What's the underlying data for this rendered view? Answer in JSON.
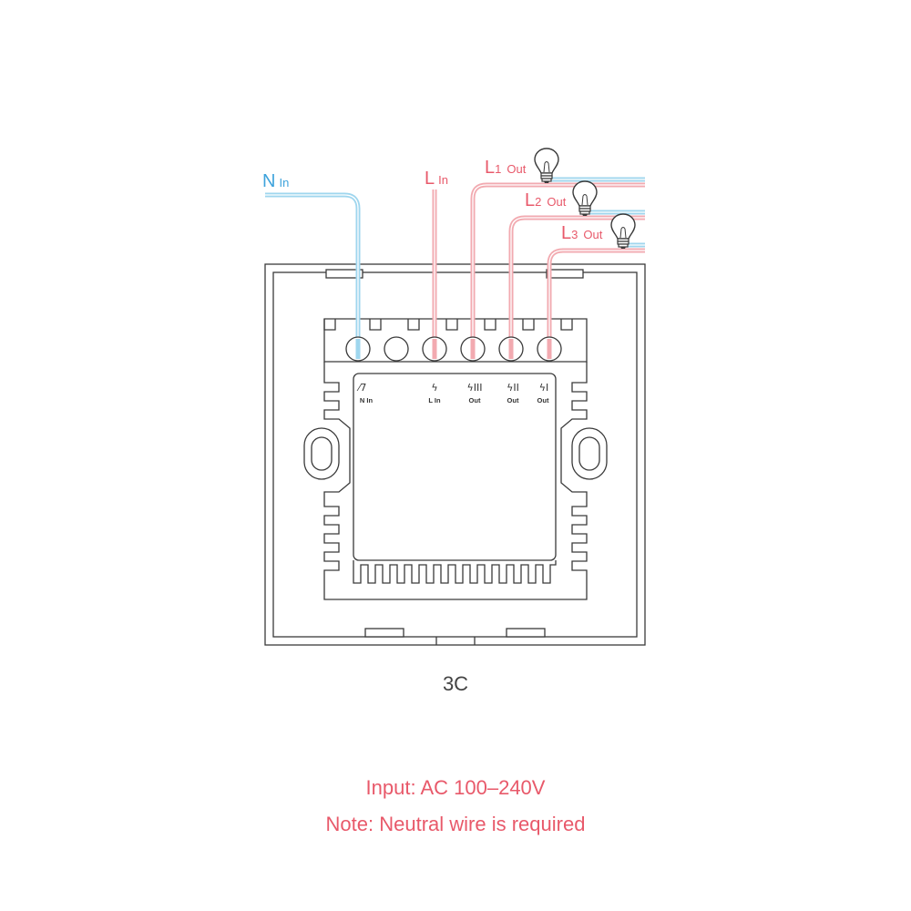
{
  "colors": {
    "neutral_wire": "#9fd6ee",
    "neutral_label": "#3ea3dc",
    "live_wire": "#f2aab0",
    "live_label": "#e8596a",
    "outline": "#3a3a3a",
    "note_text": "#e8596a"
  },
  "wires": {
    "neutral": {
      "main": "N",
      "sub": "In"
    },
    "live_in": {
      "main": "L",
      "sub": "In"
    },
    "out1": {
      "main": "L",
      "num": "1",
      "sub": "Out"
    },
    "out2": {
      "main": "L",
      "num": "2",
      "sub": "Out"
    },
    "out3": {
      "main": "L",
      "num": "3",
      "sub": "Out"
    }
  },
  "terminals": [
    {
      "symbol": "⁄7",
      "label": "N In"
    },
    {
      "symbol": "ϟ",
      "label": "L In"
    },
    {
      "symbol": "ϟIII",
      "label": "Out"
    },
    {
      "symbol": "ϟII",
      "label": "Out"
    },
    {
      "symbol": "ϟI",
      "label": "Out"
    }
  ],
  "icons": {
    "bulb": "light-bulb-icon"
  },
  "model": "3C",
  "notes": {
    "input": "Input: AC 100–240V",
    "neutral": "Note: Neutral wire is required"
  }
}
